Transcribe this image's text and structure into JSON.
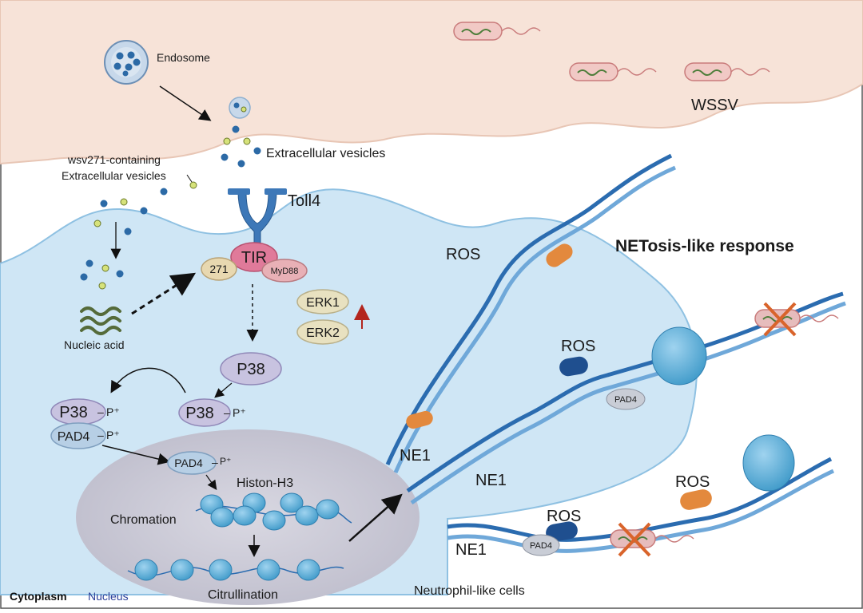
{
  "labels": {
    "endosome": "Endosome",
    "wssv": "WSSV",
    "extracellular_vesicles": "Extracellular vesicles",
    "wsv271_line1": "wsv271-containing",
    "wsv271_line2": "Extracellular vesicles",
    "toll4": "Toll4",
    "tir": "TIR",
    "n271": "271",
    "myd88": "MyD88",
    "erk1": "ERK1",
    "erk2": "ERK2",
    "nucleic_acid": "Nucleic acid",
    "p38": "P38",
    "p38_p": "P38",
    "p38_p_left": "P38",
    "pad4_p_left": "PAD4",
    "pad4_p_nucleus": "PAD4",
    "phospho": "P⁺",
    "histon_h3": "Histon-H3",
    "chromation": "Chromation",
    "citrullination": "Citrullination",
    "cytoplasm": "Cytoplasm",
    "nucleus": "Nucleus",
    "neutrophil_cells": "Neutrophil-like cells",
    "netosis": "NETosis-like response",
    "ros_top": "ROS",
    "ros_mid": "ROS",
    "ros_right": "ROS",
    "ros_bottom": "ROS",
    "ne1_a": "NE1",
    "ne1_b": "NE1",
    "ne1_c": "NE1",
    "pad4_mid": "PAD4",
    "pad4_bottom": "PAD4"
  },
  "colors": {
    "endosome_membrane": "#f5ddd0",
    "cell": "#cfe6f5",
    "nucleus": "#c9c9d6",
    "dna_dark": "#2b6cb0",
    "dna_light": "#6fa8d9",
    "ros": "#e3893d",
    "protein_purple": "#c8c3e0",
    "tir_pink": "#e07a9a",
    "erk_tan": "#e8e1c0",
    "nucleic_green": "#556b3a",
    "arrow_red": "#b3261e"
  }
}
